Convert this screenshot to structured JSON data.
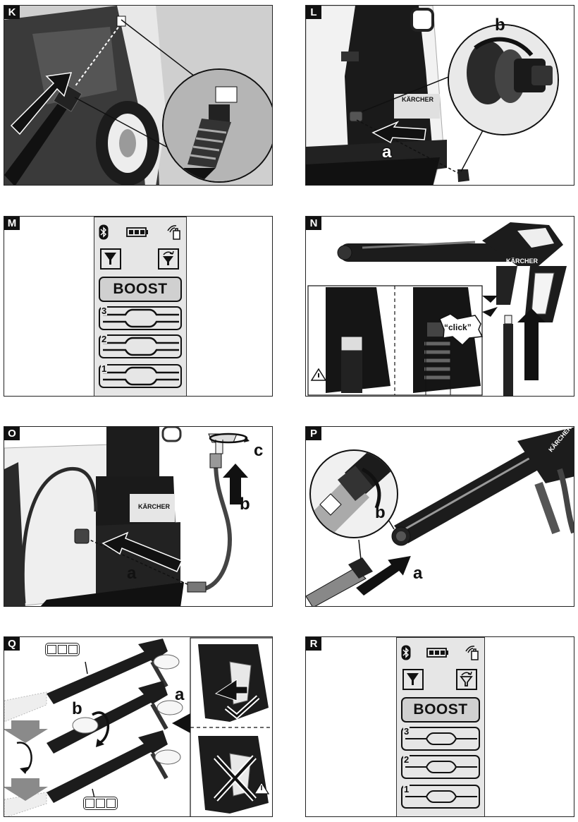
{
  "panels": {
    "K": {
      "label": "K"
    },
    "L": {
      "label": "L",
      "callouts": {
        "a": "a",
        "b": "b"
      },
      "brand": "KÄRCHER"
    },
    "M": {
      "label": "M",
      "boost": "BOOST",
      "levels": [
        "3",
        "2",
        "1"
      ]
    },
    "N": {
      "label": "N",
      "brand": "KÄRCHER",
      "click": "“click”"
    },
    "O": {
      "label": "O",
      "callouts": {
        "a": "a",
        "b": "b",
        "c": "c"
      },
      "brand": "KÄRCHER"
    },
    "P": {
      "label": "P",
      "callouts": {
        "a": "a",
        "b": "b"
      },
      "brand": "KÄRCHER"
    },
    "Q": {
      "label": "Q",
      "callouts": {
        "a": "a",
        "b": "b"
      }
    },
    "R": {
      "label": "R",
      "boost": "BOOST",
      "levels": [
        "3",
        "2",
        "1"
      ]
    }
  },
  "icons": [
    "bluetooth-icon",
    "battery-icon",
    "detergent-wireless-icon",
    "filter-icon",
    "filter-rinse-icon",
    "warning-icon",
    "pressure-level-icon"
  ],
  "colors": {
    "line": "#111111",
    "display_bg": "#e6e6e6",
    "boost_bg": "#d0d0d0",
    "arrow": "#111111",
    "gray_arrow": "#8a8a8a"
  }
}
